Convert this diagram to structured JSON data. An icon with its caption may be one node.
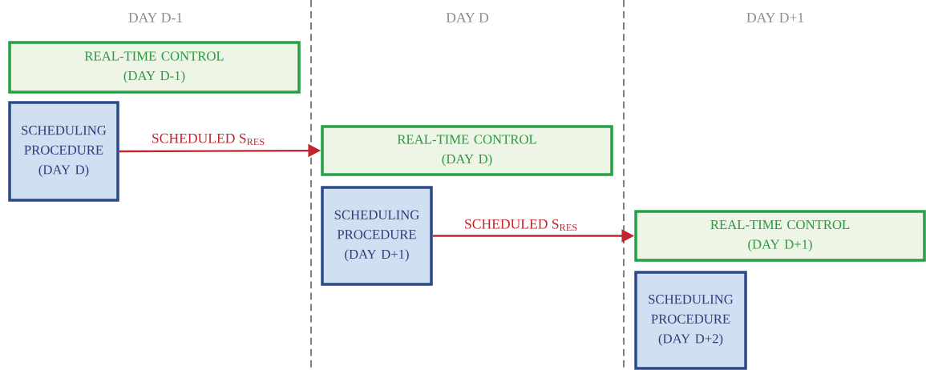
{
  "diagram": {
    "nodes": [
      {
        "text": [
          "REAL-TIME CONTROL",
          "(DAY D-1)"
        ]
      },
      {
        "text": [
          "SCHEDULING PROCEDURE",
          "(DAY D)"
        ]
      },
      {
        "text": [
          "REAL-TIME CONTROL",
          "(DAY D)"
        ]
      },
      {
        "text": [
          "SCHEDULING PROCEDURE",
          "(DAY D+1)"
        ]
      },
      {
        "text": [
          "REAL-TIME CONTROL",
          "(DAY D+1)"
        ]
      },
      {
        "text": [
          "SCHEDULING PROCEDURE",
          "(DAY D+2)"
        ]
      }
    ],
    "edges": [
      {
        "from": 1,
        "to": 2,
        "arrow": "to",
        "label": "SCHEDULED S$_{RES}$",
        "color": "#c0262b"
      },
      {
        "from": 3,
        "to": 4,
        "arrow": "to",
        "label": "SCHEDULED S$_{RES}$",
        "color": "#c0262b"
      }
    ],
    "labels": [
      "DAY D-1",
      "DAY D",
      "DAY D+1"
    ]
  }
}
